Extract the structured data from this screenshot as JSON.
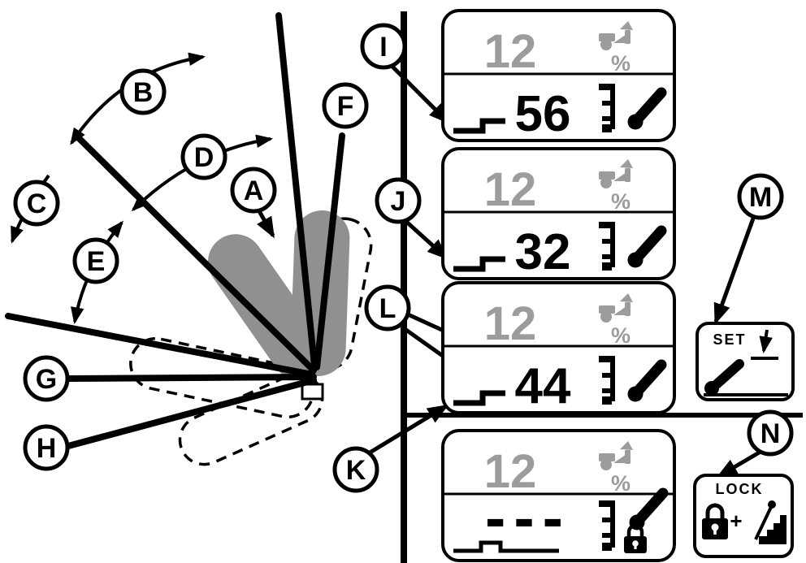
{
  "callouts": {
    "a": "A",
    "b": "B",
    "c": "C",
    "d": "D",
    "e": "E",
    "f": "F",
    "g": "G",
    "h": "H",
    "i": "I",
    "j": "J",
    "k": "K",
    "l": "L",
    "m": "M",
    "n": "N"
  },
  "panels": [
    {
      "capacity": "12",
      "percent": "%",
      "value": "56"
    },
    {
      "capacity": "12",
      "percent": "%",
      "value": "32"
    },
    {
      "capacity": "12",
      "percent": "%",
      "value": "44"
    },
    {
      "capacity": "12",
      "percent": "%",
      "value": "---"
    }
  ],
  "set_panel": {
    "label": "SET"
  },
  "lock_panel": {
    "label": "LOCK",
    "plus": "+"
  },
  "colors": {
    "ink": "#000000",
    "muted": "#9c9c9c",
    "paddle": "#909090",
    "background": "#ffffff"
  },
  "icons": {
    "hitch_percent": "hitch-percent-icon",
    "depth_scale": "depth-scale-icon",
    "control_lever": "control-lever-icon",
    "set_down_arrow": "set-down-arrow-icon",
    "padlock": "padlock-icon",
    "notched_lever": "notched-lever-icon"
  }
}
